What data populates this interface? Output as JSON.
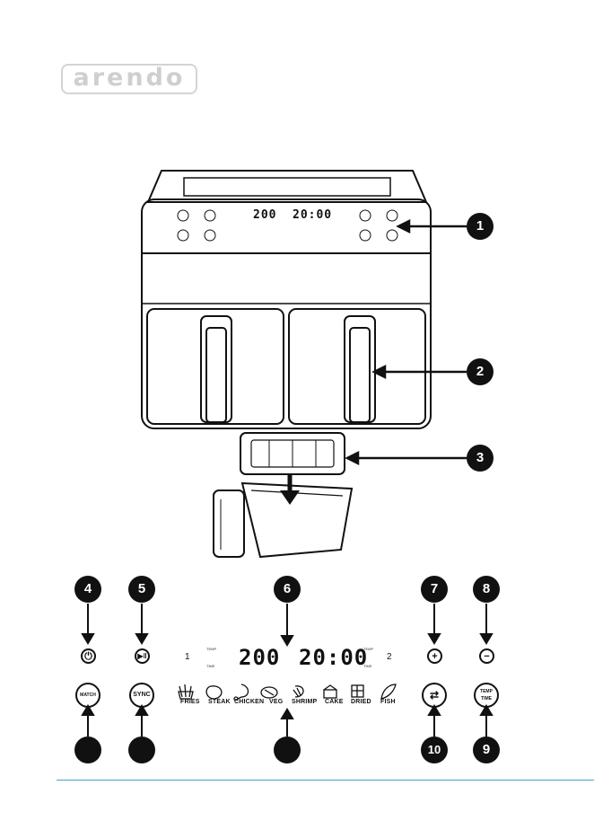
{
  "brand": {
    "logo_text": "arendo"
  },
  "callouts": [
    "1",
    "2",
    "3",
    "4",
    "5",
    "6",
    "7",
    "8",
    "9",
    "10"
  ],
  "panel": {
    "zone_left": "1",
    "zone_right": "2",
    "temp_tag": "TEMP",
    "time_tag": "TIME",
    "temp_value": "200",
    "time_value": "20:00",
    "match_label": "MATCH",
    "sync_label": "SYNC",
    "temp_time_label": "TEMP TIME",
    "presets": [
      "FRIES",
      "STEAK",
      "CHICKEN",
      "VEG",
      "SHRIMP",
      "CAKE",
      "DRIED",
      "FISH"
    ]
  },
  "colors": {
    "accent_line": "#3aa6c9",
    "ink": "#111111"
  }
}
